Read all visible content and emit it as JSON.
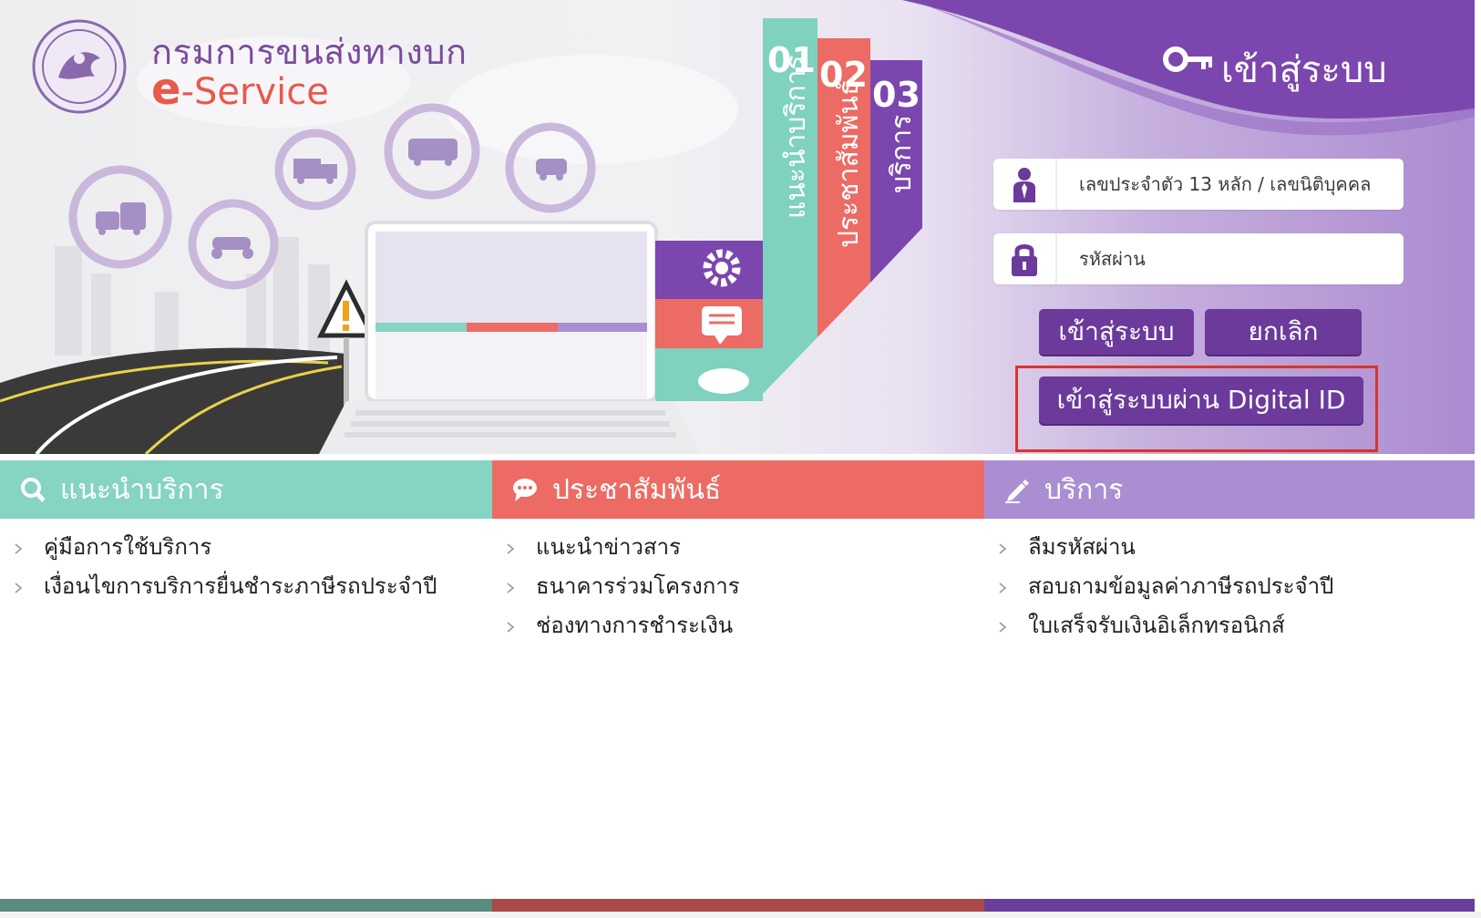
{
  "header": {
    "dept_name": "กรมการขนส่งทางบก",
    "eservice_e": "e",
    "eservice_rest": "-Service"
  },
  "steps": [
    {
      "num": "01",
      "label": "แนะนำบริการ",
      "color": "#7fd1c0"
    },
    {
      "num": "02",
      "label": "ประชาสัมพันธ์",
      "color": "#ee6b62"
    },
    {
      "num": "03",
      "label": "บริการ",
      "color": "#7b47ae"
    }
  ],
  "login": {
    "heading": "เข้าสู่ระบบ",
    "id_placeholder": "เลขประจำตัว 13 หลัก / เลขนิติบุคคล",
    "password_placeholder": "รหัสผ่าน",
    "login_button": "เข้าสู่ระบบ",
    "cancel_button": "ยกเลิก",
    "digital_id_button": "เข้าสู่ระบบผ่าน Digital ID"
  },
  "sections": [
    {
      "title": "แนะนำบริการ",
      "icon": "search-icon",
      "items": [
        "คู่มือการใช้บริการ",
        "เงื่อนไขการบริการยื่นชำระภาษีรถประจำปี"
      ]
    },
    {
      "title": "ประชาสัมพันธ์",
      "icon": "chat-icon",
      "items": [
        "แนะนำข่าวสาร",
        "ธนาคารร่วมโครงการ",
        "ช่องทางการชำระเงิน"
      ]
    },
    {
      "title": "บริการ",
      "icon": "pencil-icon",
      "items": [
        "ลืมรหัสผ่าน",
        "สอบถามข้อมูลค่าภาษีรถประจำปี",
        "ใบเสร็จรับเงินอิเล็กทรอนิกส์"
      ]
    }
  ],
  "colors": {
    "teal": "#86d4c3",
    "coral": "#ec6b64",
    "purple": "#a98fd2",
    "button_purple": "#6b3a9b",
    "highlight_red": "#d7352b"
  }
}
